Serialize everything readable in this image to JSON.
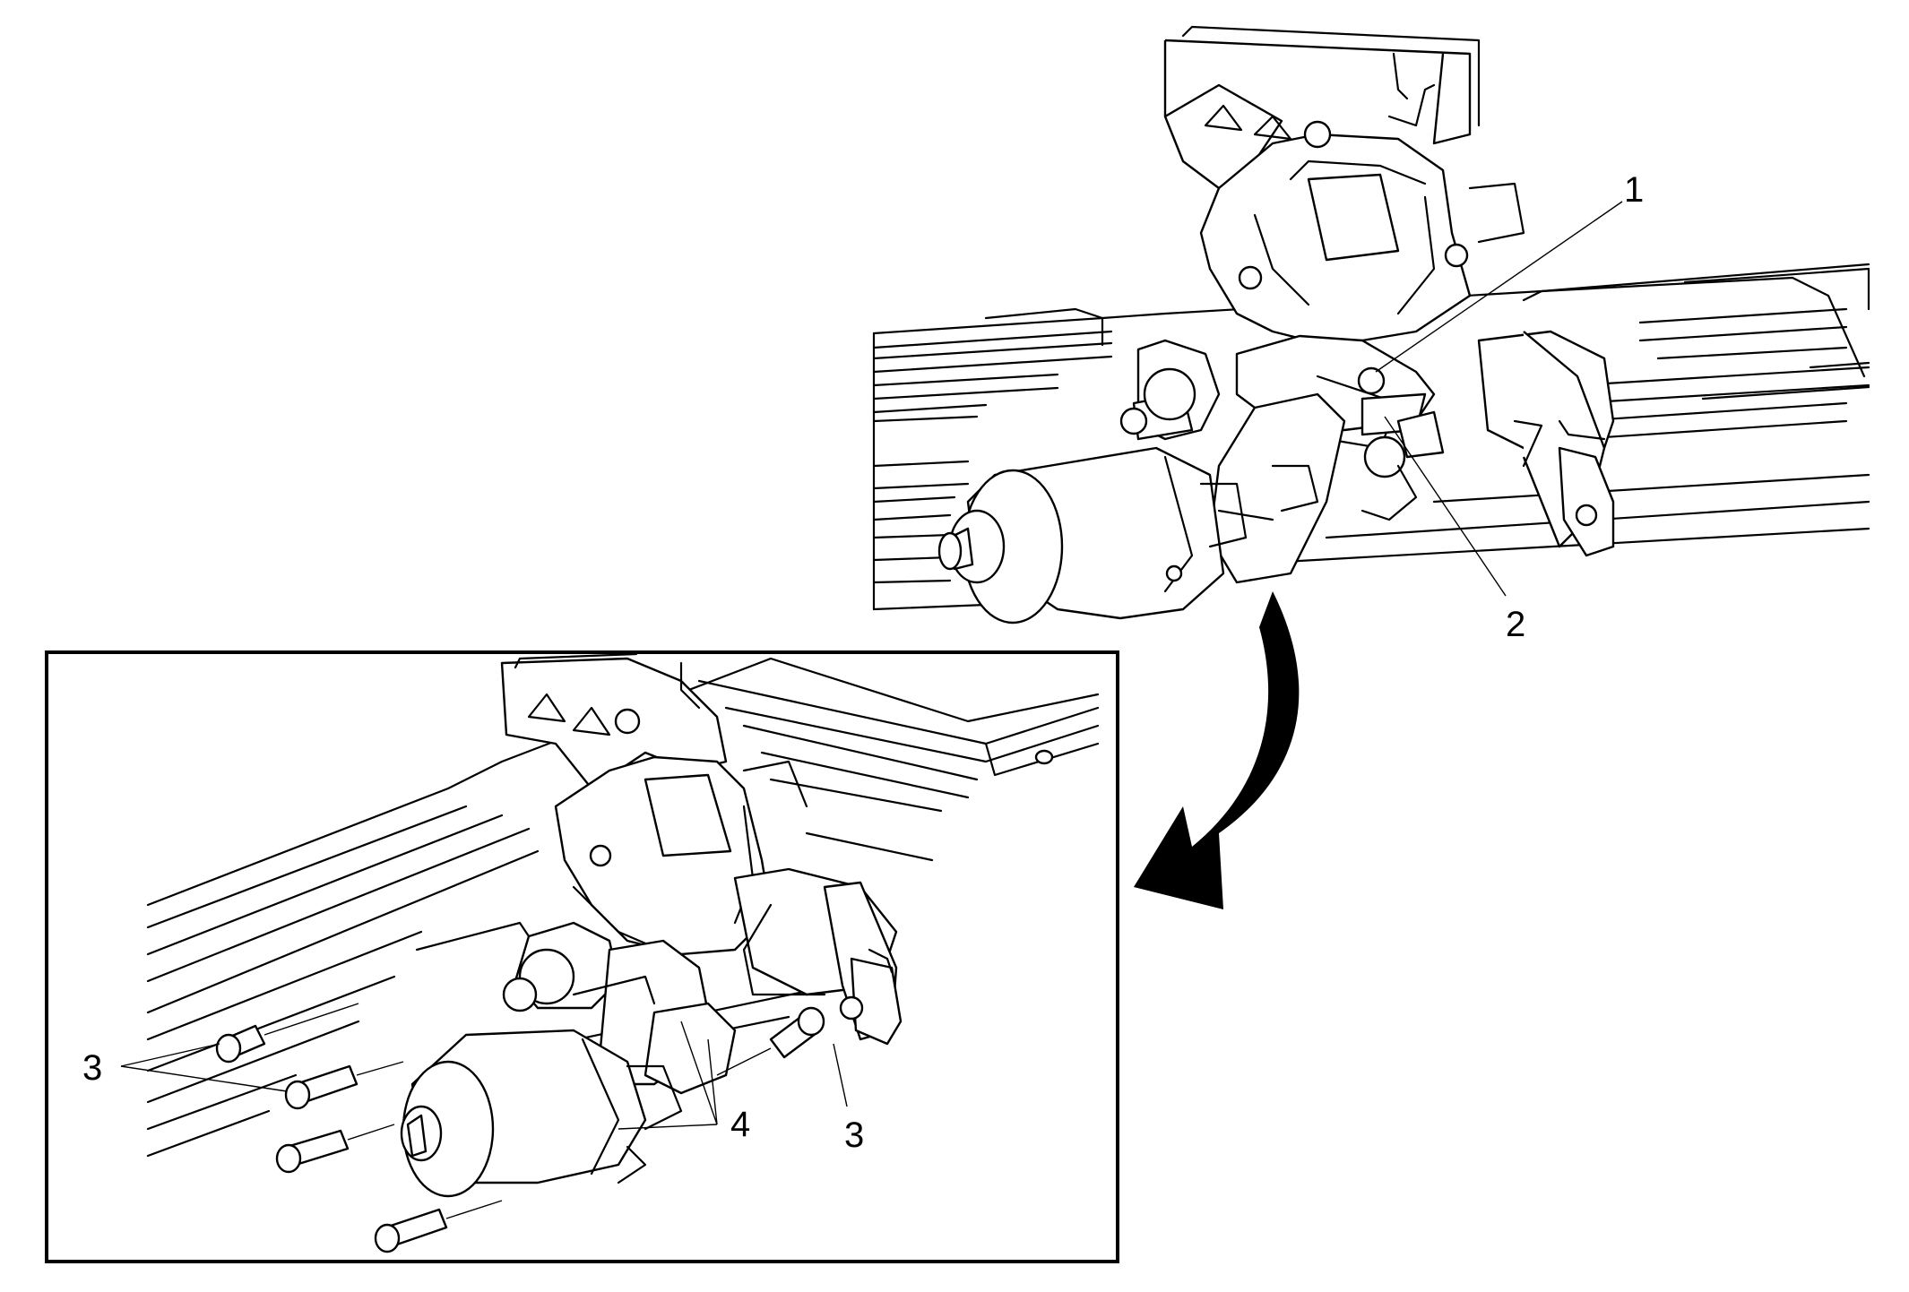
{
  "callouts": {
    "c1": "1",
    "c2": "2",
    "c3_left": "3",
    "c3_right": "3",
    "c4": "4"
  }
}
